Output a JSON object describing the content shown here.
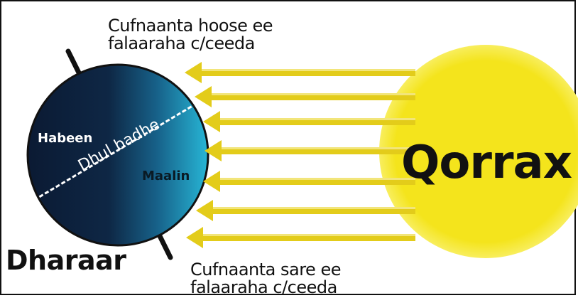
{
  "diagram": {
    "top_note": {
      "line1": "Cufnaanta hoose ee",
      "line2": "falaaraha c/ceeda"
    },
    "bottom_note": {
      "line1": "Cufnaanta sare ee",
      "line2": "falaaraha c/ceeda"
    },
    "earth": {
      "title": "Dharaar",
      "night_label": "Habeen",
      "day_label": "Maalin",
      "equator_label": "Dhul badhe"
    },
    "sun": {
      "title": "Qorrax"
    },
    "colors": {
      "sun": "#f4e41c",
      "sun_edge": "#f8ee5e",
      "ray": "#e3cc1a",
      "ray_highlight": "#f2e57a",
      "earth_night": "#0b1a33",
      "earth_day": "#27b6d6",
      "axis": "#111111",
      "equator": "#ffffff",
      "frame": "#111111"
    },
    "rays": [
      {
        "tip": "arrowhead"
      },
      {
        "tip": "arrowhead"
      },
      {
        "tip": "arrowhead"
      },
      {
        "tip": "arrowhead"
      },
      {
        "tip": "arrowhead"
      },
      {
        "tip": "arrowhead"
      },
      {
        "tip": "arrowhead"
      }
    ]
  }
}
